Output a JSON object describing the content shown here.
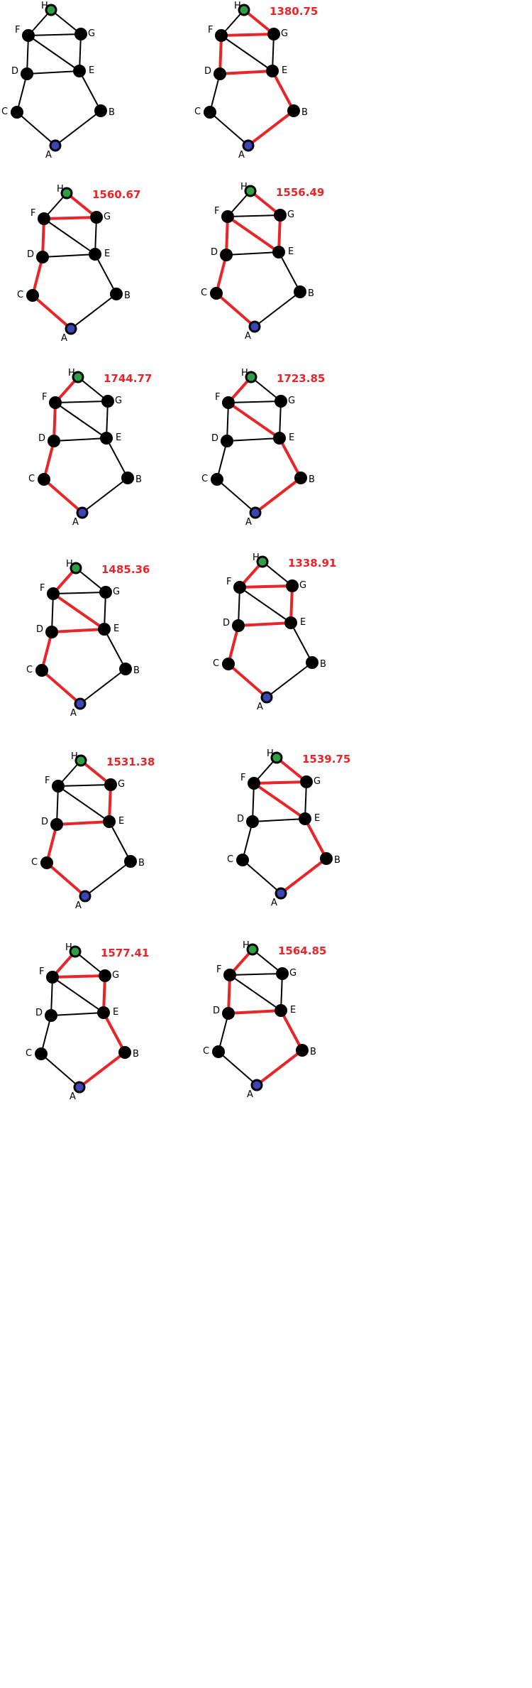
{
  "colors": {
    "edge": "#000000",
    "path": "#e8262a",
    "node": "#000000",
    "start_node": "#3d45b5",
    "end_node": "#2f9e44",
    "label": "#000000",
    "path_length": "#e8262a"
  },
  "graph": {
    "nodes": [
      {
        "id": "H",
        "label": "H",
        "role": "end"
      },
      {
        "id": "F",
        "label": "F",
        "role": "normal"
      },
      {
        "id": "G",
        "label": "G",
        "role": "normal"
      },
      {
        "id": "D",
        "label": "D",
        "role": "normal"
      },
      {
        "id": "E",
        "label": "E",
        "role": "normal"
      },
      {
        "id": "C",
        "label": "C",
        "role": "normal"
      },
      {
        "id": "B",
        "label": "B",
        "role": "normal"
      },
      {
        "id": "A",
        "label": "A",
        "role": "start"
      }
    ],
    "edges": [
      [
        "H",
        "F"
      ],
      [
        "H",
        "G"
      ],
      [
        "F",
        "G"
      ],
      [
        "F",
        "E"
      ],
      [
        "F",
        "D"
      ],
      [
        "G",
        "E"
      ],
      [
        "D",
        "E"
      ],
      [
        "D",
        "C"
      ],
      [
        "E",
        "B"
      ],
      [
        "C",
        "A"
      ],
      [
        "B",
        "A"
      ]
    ]
  },
  "panels": [
    {
      "length_label": "",
      "path_edges": []
    },
    {
      "length_label": "1380.75",
      "path_edges": [
        [
          "A",
          "B"
        ],
        [
          "B",
          "E"
        ],
        [
          "E",
          "D"
        ],
        [
          "D",
          "F"
        ],
        [
          "F",
          "G"
        ],
        [
          "G",
          "H"
        ]
      ]
    },
    {
      "length_label": "1560.67",
      "path_edges": [
        [
          "A",
          "C"
        ],
        [
          "C",
          "D"
        ],
        [
          "D",
          "F"
        ],
        [
          "F",
          "G"
        ],
        [
          "G",
          "H"
        ]
      ]
    },
    {
      "length_label": "1556.49",
      "path_edges": [
        [
          "A",
          "C"
        ],
        [
          "C",
          "D"
        ],
        [
          "D",
          "F"
        ],
        [
          "F",
          "E"
        ],
        [
          "E",
          "G"
        ],
        [
          "G",
          "H"
        ]
      ]
    },
    {
      "length_label": "1744.77",
      "path_edges": [
        [
          "A",
          "C"
        ],
        [
          "C",
          "D"
        ],
        [
          "D",
          "F"
        ],
        [
          "F",
          "H"
        ]
      ]
    },
    {
      "length_label": "1723.85",
      "path_edges": [
        [
          "A",
          "B"
        ],
        [
          "B",
          "E"
        ],
        [
          "E",
          "F"
        ],
        [
          "F",
          "H"
        ]
      ]
    },
    {
      "length_label": "1485.36",
      "path_edges": [
        [
          "A",
          "C"
        ],
        [
          "C",
          "D"
        ],
        [
          "D",
          "E"
        ],
        [
          "E",
          "F"
        ],
        [
          "F",
          "H"
        ]
      ]
    },
    {
      "length_label": "1338.91",
      "path_edges": [
        [
          "A",
          "C"
        ],
        [
          "C",
          "D"
        ],
        [
          "D",
          "E"
        ],
        [
          "E",
          "G"
        ],
        [
          "G",
          "F"
        ],
        [
          "F",
          "H"
        ]
      ]
    },
    {
      "length_label": "1531.38",
      "path_edges": [
        [
          "A",
          "C"
        ],
        [
          "C",
          "D"
        ],
        [
          "D",
          "E"
        ],
        [
          "E",
          "G"
        ],
        [
          "G",
          "H"
        ]
      ]
    },
    {
      "length_label": "1539.75",
      "path_edges": [
        [
          "A",
          "B"
        ],
        [
          "B",
          "E"
        ],
        [
          "E",
          "F"
        ],
        [
          "F",
          "G"
        ],
        [
          "G",
          "H"
        ]
      ]
    },
    {
      "length_label": "1577.41",
      "path_edges": [
        [
          "A",
          "B"
        ],
        [
          "B",
          "E"
        ],
        [
          "E",
          "G"
        ],
        [
          "G",
          "F"
        ],
        [
          "F",
          "H"
        ]
      ]
    },
    {
      "length_label": "1564.85",
      "path_edges": [
        [
          "A",
          "B"
        ],
        [
          "B",
          "E"
        ],
        [
          "E",
          "D"
        ],
        [
          "D",
          "F"
        ],
        [
          "F",
          "H"
        ]
      ]
    }
  ]
}
